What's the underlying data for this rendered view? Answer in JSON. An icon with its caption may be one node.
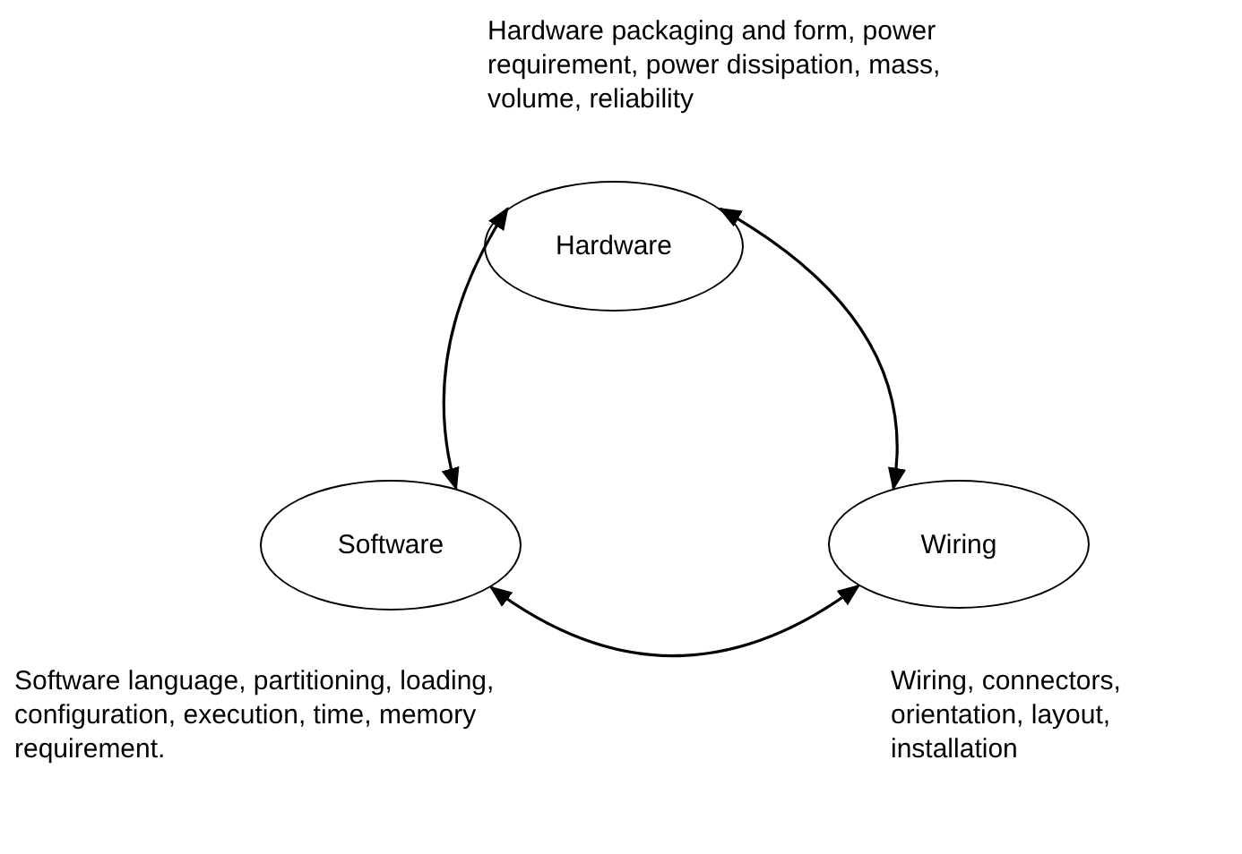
{
  "diagram": {
    "nodes": [
      {
        "text": [
          "Hardware"
        ],
        "beside": [
          "Hardware packaging and form, power requirement, power dissipation, mass, volume, reliability"
        ]
      },
      {
        "text": [
          "Software"
        ],
        "beside": [
          "Software language, partitioning, loading, configuration, execution, time, memory requirement."
        ]
      },
      {
        "text": [
          "Wiring"
        ],
        "beside": [
          "Wiring, connectors, orientation, layout, installation"
        ]
      }
    ],
    "edges": [
      {
        "from": 0,
        "to": 1,
        "arrow": "both"
      },
      {
        "from": 0,
        "to": 2,
        "arrow": "both"
      },
      {
        "from": 1,
        "to": 2,
        "arrow": "both"
      }
    ]
  }
}
